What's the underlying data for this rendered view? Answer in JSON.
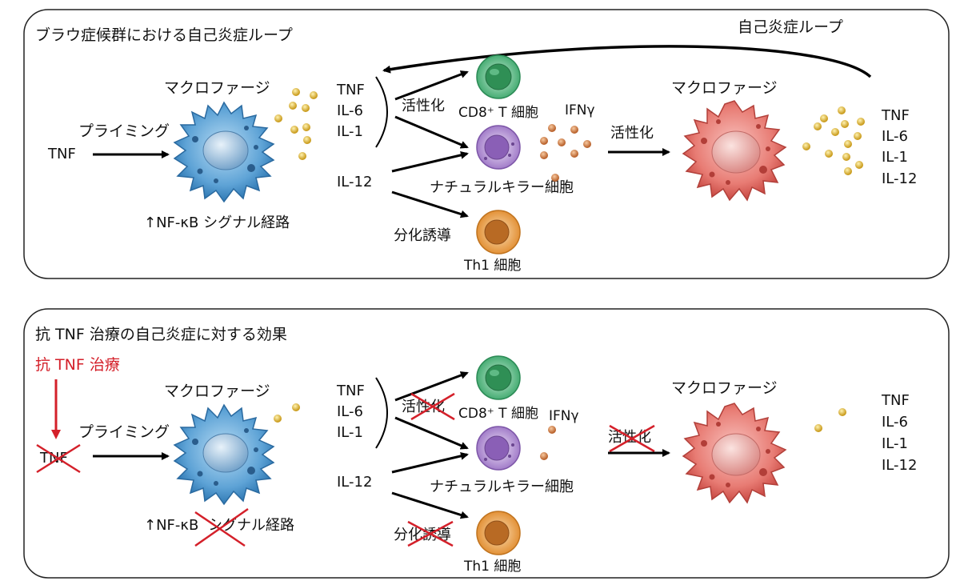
{
  "panels": [
    {
      "title": "ブラウ症候群における自己炎症ループ",
      "loop_label": "自己炎症ループ",
      "priming_input": "TNF",
      "priming_label": "プライミング",
      "macrophage_label": "マクロファージ",
      "pathway_label": "↑NF-κB シグナル経路",
      "cytokines": [
        "TNF",
        "IL-6",
        "IL-1"
      ],
      "il12": "IL-12",
      "activation_label": "活性化",
      "cd8_label": "CD8⁺ T 細胞",
      "nk_label": "ナチュラルキラー細胞",
      "differentiation_label": "分化誘導",
      "th1_label": "Th1 細胞",
      "ifn_label": "IFNγ",
      "activation2_label": "活性化",
      "macrophage2_label": "マクロファージ",
      "cytokines2": [
        "TNF",
        "IL-6",
        "IL-1",
        "IL-12"
      ]
    },
    {
      "title": "抗 TNF 治療の自己炎症に対する効果",
      "therapy_label": "抗 TNF 治療",
      "priming_input": "TNF",
      "priming_label": "プライミング",
      "macrophage_label": "マクロファージ",
      "pathway_label_a": "↑NF-κB ",
      "pathway_label_b": "シグナル経路",
      "cytokines": [
        "TNF",
        "IL-6",
        "IL-1"
      ],
      "il12": "IL-12",
      "activation_label": "活性化",
      "cd8_label": "CD8⁺ T 細胞",
      "nk_label": "ナチュラルキラー細胞",
      "differentiation_label": "分化誘導",
      "th1_label": "Th1 細胞",
      "ifn_label": "IFNγ",
      "activation2_label": "活性化",
      "macrophage2_label": "マクロファージ",
      "cytokines2": [
        "TNF",
        "IL-6",
        "IL-1",
        "IL-12"
      ]
    }
  ],
  "colors": {
    "blue_macrophage": "#4a90c8",
    "red_macrophage": "#e26a6a",
    "cd8_green": "#3aa66a",
    "nk_purple": "#9a72c4",
    "th1_orange": "#e49a3a",
    "cytokine_yellow": "#d4b22a",
    "ifn_brown": "#c9783a",
    "strike_red": "#d4202a"
  }
}
